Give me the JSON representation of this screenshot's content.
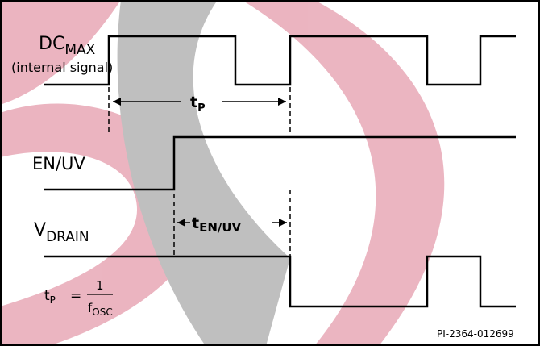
{
  "labels": {
    "dcmax_main": "DC",
    "dcmax_sub": "MAX",
    "dcmax_note": "(internal signal)",
    "tp_main": "t",
    "tp_sub": "P",
    "enuv": "EN/UV",
    "ten_main": "t",
    "ten_sub": "EN/UV",
    "vdrain_main": "V",
    "vdrain_sub": "DRAIN",
    "formula_lhs_main": "t",
    "formula_lhs_sub": "P",
    "formula_eq": "=",
    "formula_num": "1",
    "formula_den_main": "f",
    "formula_den_sub": "OSC",
    "part_number": "PI-2364-012699"
  },
  "colors": {
    "watermark_pink": "#e8a8b6",
    "watermark_gray": "#b4b4b4",
    "ink": "#000000"
  }
}
